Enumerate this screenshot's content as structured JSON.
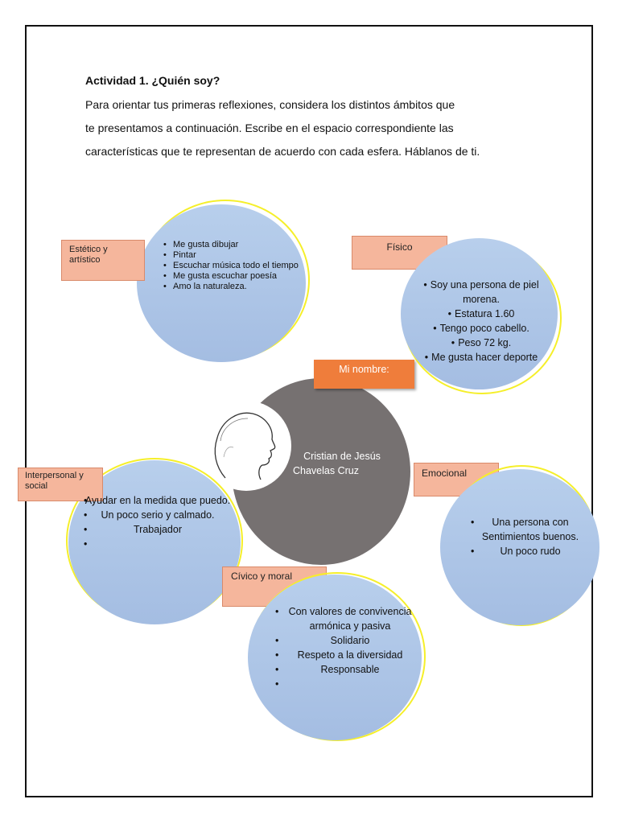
{
  "title": "Actividad 1. ¿Quién soy?",
  "intro_lines": [
    "Para orientar tus primeras reflexiones, considera los distintos ámbitos que",
    "te presentamos a continuación. Escribe en el espacio correspondiente las",
    "características que te representan de acuerdo con cada esfera. Háblanos de ti."
  ],
  "center": {
    "label": "Mi nombre:",
    "name_line1": "Cristian de Jesús",
    "name_line2": "Chavelas Cruz"
  },
  "spheres": {
    "estetico": {
      "label_line1": "Estético y",
      "label_line2": "artístico",
      "items": [
        "Me gusta dibujar",
        "Pintar",
        "Escuchar música todo el tiempo",
        "Me gusta escuchar poesía",
        "Amo la naturaleza."
      ]
    },
    "fisico": {
      "label": "Físico",
      "items": [
        "Soy una persona de piel morena.",
        "Estatura 1.60",
        "Tengo poco cabello.",
        "Peso 72 kg.",
        "Me gusta hacer deporte"
      ]
    },
    "interpersonal": {
      "label_line1": "Interpersonal y",
      "label_line2": "social",
      "items": [
        "Ayudar en la medida que puedo.",
        "Un poco serio y calmado.",
        "Trabajador",
        ""
      ]
    },
    "emocional": {
      "label": "Emocional",
      "items": [
        "Una persona con Sentimientos buenos.",
        "Un poco rudo"
      ]
    },
    "civico": {
      "label": "Cívico y moral",
      "items": [
        "Con valores de convivencia armónica y pasiva",
        "Solidario",
        "Respeto a la diversidad",
        "Responsable",
        ""
      ]
    }
  },
  "colors": {
    "sphere_fill": "#a9c2e6",
    "sphere_outline": "#f5ef2a",
    "label_fill": "#f5b69c",
    "name_label_fill": "#ef7d3b",
    "center_fill": "#767171"
  }
}
